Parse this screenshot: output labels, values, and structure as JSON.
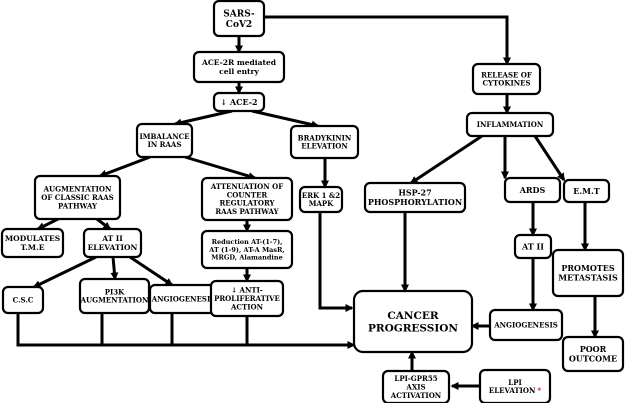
{
  "nodes": {
    "sars": {
      "lines": [
        "SARS-",
        "CoV2"
      ]
    },
    "ace2r": {
      "lines": [
        "ACE-2R mediated",
        "cell entry"
      ]
    },
    "ace2": {
      "lines": [
        "↓ ACE-2"
      ]
    },
    "imbalance": {
      "lines": [
        "IMBALANCE",
        "IN RAAS"
      ]
    },
    "bradykinin": {
      "lines": [
        "BRADYKININ",
        "ELEVATION"
      ]
    },
    "release": {
      "lines": [
        "RELEASE OF",
        "CYTOKINES"
      ]
    },
    "inflammation": {
      "lines": [
        "INFLAMMATION"
      ]
    },
    "augmentation": {
      "lines": [
        "AUGMENTATION",
        "OF CLASSIC RAAS",
        "PATHWAY"
      ]
    },
    "attenuation": {
      "lines": [
        "ATTENUATION OF",
        "COUNTER",
        "REGULATORY",
        "RAAS PATHWAY"
      ]
    },
    "erk": {
      "lines": [
        "ERK 1 &2",
        "MAPK"
      ]
    },
    "hsp27": {
      "lines": [
        "HSP-27",
        "PHOSPHORYLATION"
      ]
    },
    "ards": {
      "lines": [
        "ARDS"
      ]
    },
    "emt": {
      "lines": [
        "E.M.T"
      ]
    },
    "modulates": {
      "lines": [
        "MODULATES",
        "T.M.E"
      ]
    },
    "at2_left": {
      "lines": [
        "AT II",
        "ELEVATION"
      ]
    },
    "reduction": {
      "lines": [
        "Reduction AT-(1-7),",
        "AT (1-9), AT-A MasR,",
        "MRGD, Alamandine"
      ]
    },
    "at2_right": {
      "lines": [
        "AT II"
      ]
    },
    "promotes": {
      "lines": [
        "PROMOTES",
        "METASTASIS"
      ]
    },
    "csc": {
      "lines": [
        "C.S.C"
      ]
    },
    "pi3k": {
      "lines": [
        "PI3K",
        "AUGMENTATION"
      ]
    },
    "angio_left": {
      "lines": [
        "ANGIOGENESIS"
      ]
    },
    "antiprolif": {
      "lines": [
        "↓ ANTI-",
        "PROLIFERATIVE",
        "ACTION"
      ]
    },
    "cancer": {
      "lines": [
        "CANCER",
        "PROGRESSION"
      ]
    },
    "angio_right": {
      "lines": [
        "ANGIOGENESIS"
      ]
    },
    "poor": {
      "lines": [
        "POOR",
        "OUTCOME"
      ]
    },
    "lpi_gpr55": {
      "lines": [
        "LPI-GPR55",
        "AXIS",
        "ACTIVATION"
      ]
    },
    "lpi_elev": {
      "lines": [
        "LPI",
        "ELEVATION"
      ],
      "marker": "*"
    }
  },
  "colors": {
    "line": "#000000",
    "box_fill": "#ffffff",
    "marker": "#e00000"
  }
}
